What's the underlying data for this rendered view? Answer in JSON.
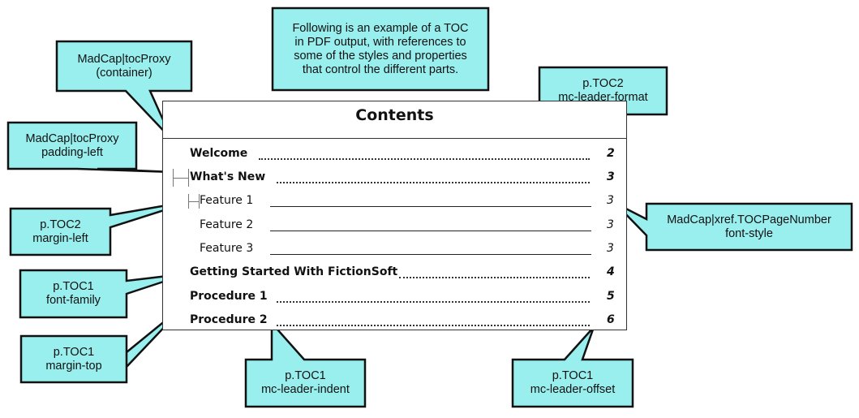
{
  "intro": {
    "lines": [
      "Following is an example of a TOC",
      "in PDF output, with references to",
      "some of the styles and properties",
      "that control the different parts."
    ]
  },
  "toc": {
    "title": "Contents",
    "entries": [
      {
        "label": "Welcome",
        "page": "2"
      },
      {
        "label": "What's New",
        "page": "3"
      },
      {
        "label": "Feature 1",
        "page": "3"
      },
      {
        "label": "Feature 2",
        "page": "3"
      },
      {
        "label": "Feature 3",
        "page": "3"
      },
      {
        "label": "Getting Started With FictionSoft",
        "page": "4"
      },
      {
        "label": "Procedure 1",
        "page": "5"
      },
      {
        "label": "Procedure 2",
        "page": "6"
      }
    ]
  },
  "callouts": {
    "toc_proxy_container": {
      "line1": "MadCap|tocProxy",
      "line2": "(container)"
    },
    "toc_proxy_padding": {
      "line1": "MadCap|tocProxy",
      "line2": "padding-left"
    },
    "toc2_margin_left": {
      "line1": "p.TOC2",
      "line2": "margin-left"
    },
    "toc1_font_family": {
      "line1": "p.TOC1",
      "line2": "font-family"
    },
    "toc1_margin_top": {
      "line1": "p.TOC1",
      "line2": "margin-top"
    },
    "toc1_leader_indent": {
      "line1": "p.TOC1",
      "line2": "mc-leader-indent"
    },
    "toc1_leader_offset": {
      "line1": "p.TOC1",
      "line2": "mc-leader-offset"
    },
    "toc2_leader_format": {
      "line1": "p.TOC2",
      "line2": "mc-leader-format"
    },
    "xref_page_number": {
      "line1": "MadCap|xref.TOCPageNumber",
      "line2": "font-style"
    }
  },
  "colors": {
    "callout_fill": "#99EEEE",
    "callout_stroke": "#111111"
  }
}
